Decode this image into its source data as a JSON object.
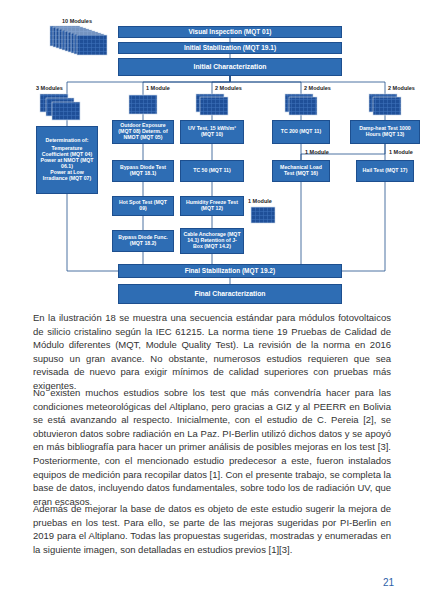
{
  "diagram": {
    "nodes": [
      {
        "text": [
          "Visual Inspection (MQT 01)"
        ]
      },
      {
        "text": [
          "Initial Stabilization (MQT 19.1)"
        ]
      },
      {
        "text": [
          "Initial Characterization"
        ]
      },
      {
        "text": [
          "Determination of:",
          "Temperature Coefficient (MQT 04)",
          "Power at NMOT (MQT 06.1)",
          "Power at Low Irradiance (MQT 07)"
        ]
      },
      {
        "text": [
          "Outdoor Exposure (MQT 08) Determ. of NMOT (MQT 05)"
        ]
      },
      {
        "text": [
          "UV Test, 15 kWh/m² (MQT 10)"
        ]
      },
      {
        "text": [
          "TC 200 (MQT 11)"
        ]
      },
      {
        "text": [
          "Damp-heat Test 1000 Hours (MQT 13)"
        ]
      },
      {
        "text": [
          "Bypass Diode Test (MQT 18.1)"
        ]
      },
      {
        "text": [
          "TC 50 (MQT 11)"
        ]
      },
      {
        "text": [
          "Mechanical Load Test (MQT 16)"
        ]
      },
      {
        "text": [
          "Hail Test (MQT 17)"
        ]
      },
      {
        "text": [
          "Hot Spot Test (MQT 09)"
        ]
      },
      {
        "text": [
          "Humidity Freeze Test (MQT 12)"
        ]
      },
      {
        "text": [
          "Bypass Diode Func. (MQT 18.2)"
        ]
      },
      {
        "text": [
          "Cable Anchorage (MQT 14.1) Retention of J-Box (MQT 14.2)"
        ]
      },
      {
        "text": [
          "Final Stabilization (MQT 19.2)"
        ]
      },
      {
        "text": [
          "Final Characterization"
        ]
      }
    ],
    "edges": [
      {
        "from": 0,
        "to": 1,
        "arrow": "none"
      },
      {
        "from": 1,
        "to": 2,
        "arrow": "none"
      },
      {
        "from": 2,
        "to": 3,
        "arrow": "none"
      },
      {
        "from": 2,
        "to": 4,
        "arrow": "none"
      },
      {
        "from": 2,
        "to": 5,
        "arrow": "none"
      },
      {
        "from": 2,
        "to": 6,
        "arrow": "none"
      },
      {
        "from": 2,
        "to": 7,
        "arrow": "none"
      },
      {
        "from": 4,
        "to": 8,
        "arrow": "none"
      },
      {
        "from": 5,
        "to": 9,
        "arrow": "none"
      },
      {
        "from": 6,
        "to": 10,
        "arrow": "none"
      },
      {
        "from": 7,
        "to": 10,
        "arrow": "none"
      },
      {
        "from": 7,
        "to": 11,
        "arrow": "none"
      },
      {
        "from": 8,
        "to": 12,
        "arrow": "none"
      },
      {
        "from": 9,
        "to": 13,
        "arrow": "none"
      },
      {
        "from": 12,
        "to": 14,
        "arrow": "none"
      },
      {
        "from": 13,
        "to": 15,
        "arrow": "none"
      },
      {
        "from": 3,
        "to": 16,
        "arrow": "none"
      },
      {
        "from": 10,
        "to": 16,
        "arrow": "none"
      },
      {
        "from": 11,
        "to": 16,
        "arrow": "none"
      },
      {
        "from": 14,
        "to": 16,
        "arrow": "none"
      },
      {
        "from": 15,
        "to": 16,
        "arrow": "none"
      },
      {
        "from": 16,
        "to": 17,
        "arrow": "none"
      }
    ],
    "labels": [
      "10 Modules",
      "3 Modules",
      "1 Module",
      "2 Modules",
      "2 Modules",
      "2 Modules",
      "1 Module",
      "1 Module",
      "1 Module",
      "En la ilustración 18 se muestra una secuencia estándar para módulos fotovoltaicos de silicio cristalino según la IEC 61215. La norma tiene 19 Pruebas de Calidad de Módulo diferentes (MQT, Module Quality Test). La revisión de la norma en 2016 supuso un gran avance. No obstante, numerosos estudios requieren que sea revisada de nuevo para exigir mínimos de calidad superiores con pruebas más exigentes.",
      "No existen muchos estudios sobre los test que más convendría hacer para las condiciones meteorológicas del Altiplano, pero gracias a GIZ y al PEERR en Bolivia se está avanzando al respecto. Inicialmente, con el estudio de C. Pereia [2], se obtuvieron datos sobre radiación en La Paz. PI-Berlin utilizó dichos datos y se apoyó en más bibliografía para hacer un primer análisis de posibles mejoras en los test [3]. Posteriormente, con el mencionado estudio predecesor a este, fueron instalados equipos de medición para recopilar datos [1]. Con el presente trabajo, se completa la base de datos, incluyendo datos fundamentales, sobre todo los de radiación UV, que eran escasos.",
      "Además de mejorar la base de datos es objeto de este estudio sugerir la mejora de pruebas en los test. Para ello, se parte de las mejoras sugeridas por PI-Berlin en 2019 para el Altiplano. Todas las propuestas sugeridas, mostradas y enumeradas en la siguiente imagen, son detalladas en estudios previos [1][3].",
      "21"
    ]
  }
}
